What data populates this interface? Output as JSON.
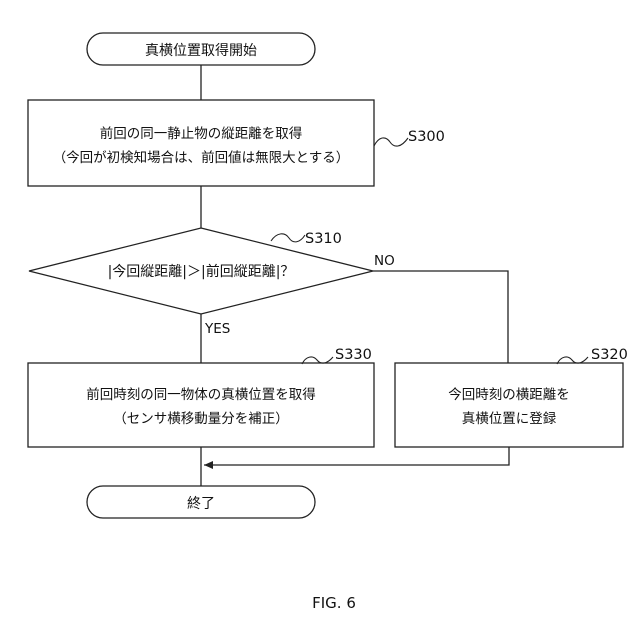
{
  "flowchart": {
    "start": "真横位置取得開始",
    "s300": {
      "step_label": "S300",
      "line1": "前回の同一静止物の縦距離を取得",
      "line2": "（今回が初検知場合は、前回値は無限大とする）"
    },
    "s310": {
      "step_label": "S310",
      "text": "|今回縦距離|＞|前回縦距離|？",
      "yes_label": "YES",
      "no_label": "NO"
    },
    "s330": {
      "step_label": "S330",
      "line1": "前回時刻の同一物体の真横位置を取得",
      "line2": "（センサ横移動量分を補正）"
    },
    "s320": {
      "step_label": "S320",
      "line1": "今回時刻の横距離を",
      "line2": "真横位置に登録"
    },
    "end": "終了"
  },
  "figure_label": "FIG. 6"
}
